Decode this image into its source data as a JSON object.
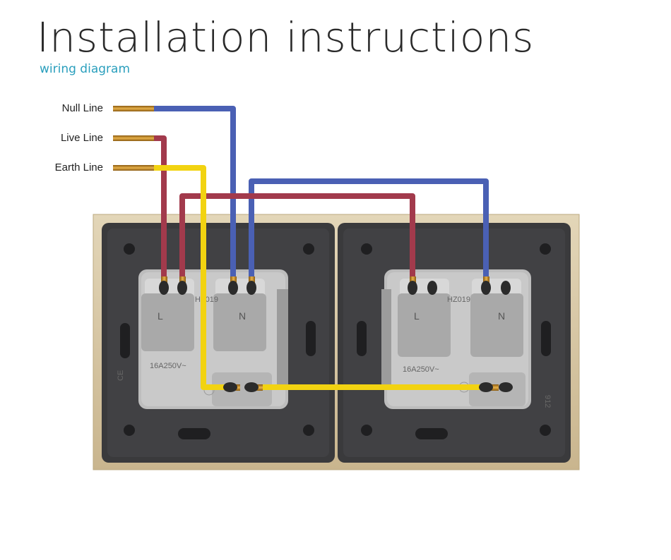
{
  "header": {
    "title": "Installation instructions",
    "subtitle": "wiring diagram"
  },
  "wires": [
    {
      "label": "Null Line",
      "color": "#4a60b4"
    },
    {
      "label": "Live Line",
      "color": "#a23a4c"
    },
    {
      "label": "Earth Line",
      "color": "#f2d311"
    }
  ],
  "sockets": [
    {
      "live_label": "L",
      "neutral_label": "N",
      "model": "HZ019",
      "rating": "16A250V~"
    },
    {
      "live_label": "L",
      "neutral_label": "N",
      "model": "HZ019",
      "rating": "16A250V~"
    }
  ],
  "frame": {
    "color": "#d8c8a6",
    "panel_color": "#3b3b3d",
    "ce_mark": "CE",
    "side_code": "912"
  },
  "copper_color": "#c98a1e"
}
